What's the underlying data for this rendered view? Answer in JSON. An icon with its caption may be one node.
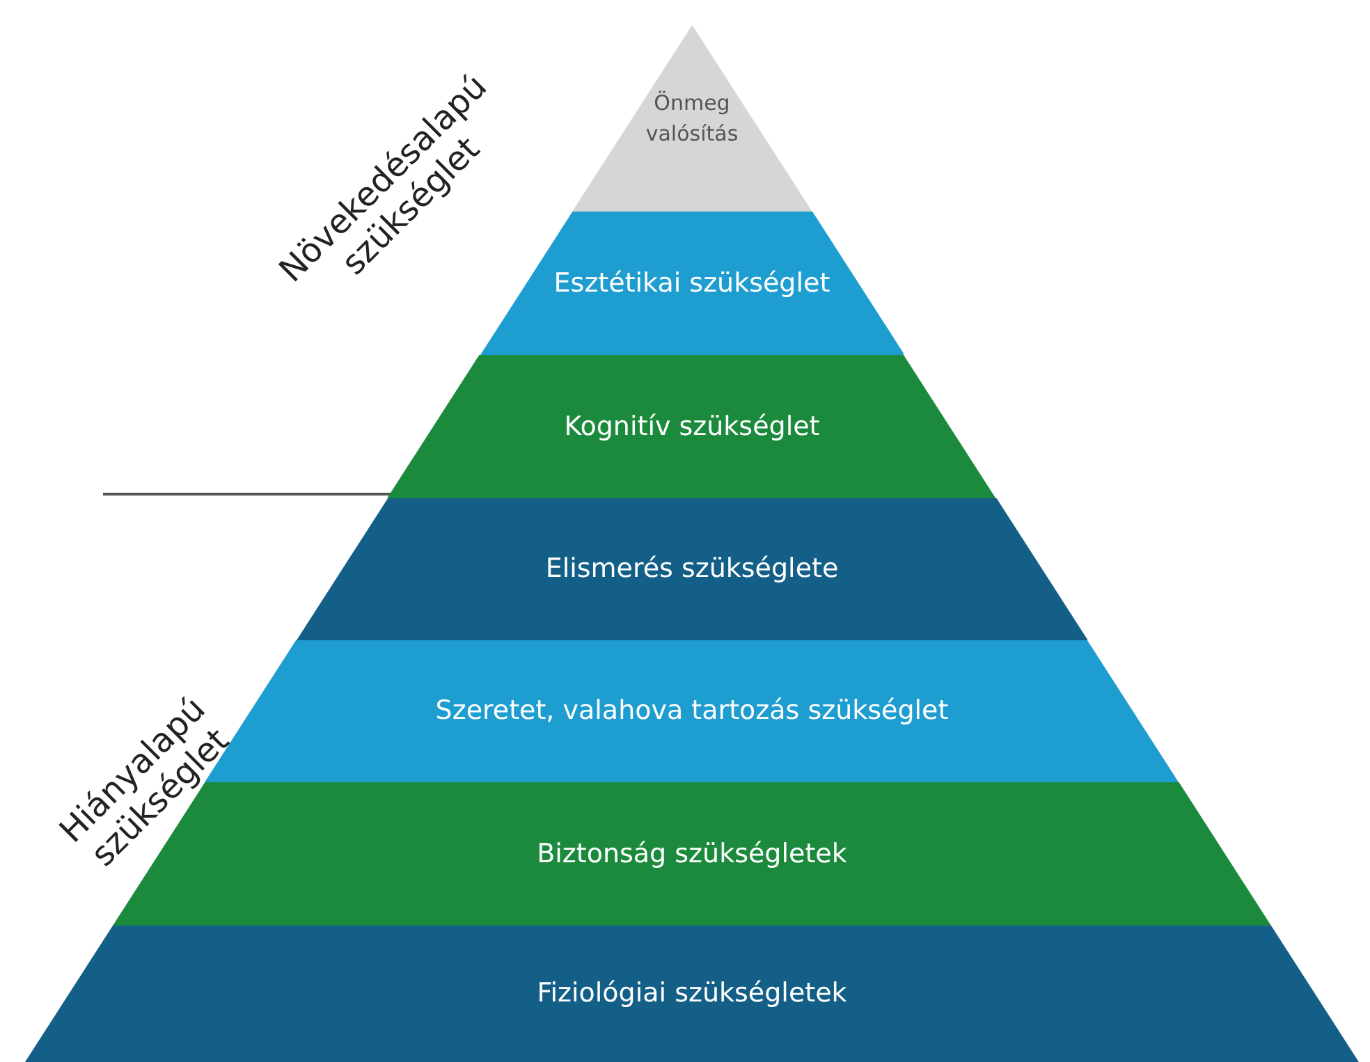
{
  "diagram": {
    "nodes": [
      {
        "text": [
          "Önmeg valósítás"
        ]
      },
      {
        "text": [
          "Esztétikai szükséglet"
        ]
      },
      {
        "text": [
          "Kognitív szükséglet"
        ]
      },
      {
        "text": [
          "Elismerés szükséglete"
        ]
      },
      {
        "text": [
          "Szeretet, valahova tartozás szükséglet"
        ]
      },
      {
        "text": [
          "Biztonság szükségletek"
        ]
      },
      {
        "text": [
          "Fiziológiai szükségletek"
        ]
      }
    ],
    "labels": [
      "Növekedésalapú szükséglet",
      "Hiányalapú szükséglet"
    ]
  }
}
